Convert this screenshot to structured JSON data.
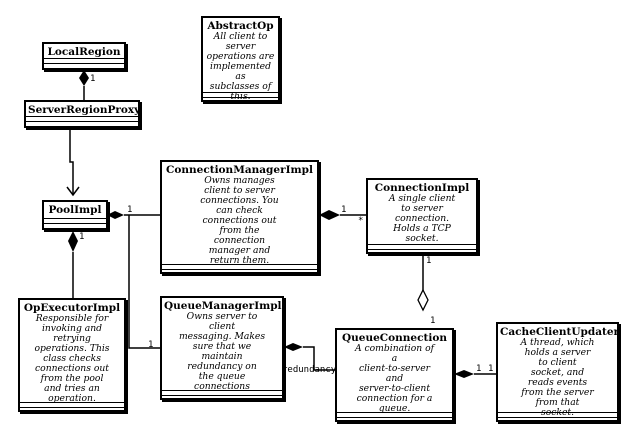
{
  "classes": {
    "localRegion": {
      "name": "LocalRegion"
    },
    "serverRegionProxy": {
      "name": "ServerRegionProxy"
    },
    "abstractOp": {
      "name": "AbstractOp",
      "note": "All client to\nserver\noperations are\nimplemented as\nsubclasses of\nthis."
    },
    "poolImpl": {
      "name": "PoolImpl"
    },
    "connectionManagerImpl": {
      "name": "ConnectionManagerImpl",
      "note": "Owns manages\nclient to server\nconnections. You\ncan check\nconnections out\nfrom the\nconnection\nmanager and\nreturn them."
    },
    "connectionImpl": {
      "name": "ConnectionImpl",
      "note": "A single client\nto server\nconnection.\nHolds a TCP\nsocket."
    },
    "opExecutorImpl": {
      "name": "OpExecutorImpl",
      "note": "Responsible for\ninvoking and\nretrying\noperations. This\nclass checks\nconnections out\nfrom the pool\nand tries an\noperation."
    },
    "queueManagerImpl": {
      "name": "QueueManagerImpl",
      "note": "Owns server to\nclient\nmessaging. Makes\nsure that we\nmaintain\nredundancy on\nthe queue\nconnections"
    },
    "queueConnection": {
      "name": "QueueConnection",
      "note": "A combination of\na\nclient-to-server\nand\nserver-to-client\nconnection for a\nqueue."
    },
    "cacheClientUpdater": {
      "name": "CacheClientUpdater",
      "note": "A thread, which\nholds a server\nto client\nsocket, and\nreads events\nfrom the server\nfrom that\nsocket."
    }
  },
  "multiplicities": {
    "localRegion_proxy": "1",
    "pool_connMgr": "1",
    "connMgr_conn_near": "1",
    "connMgr_conn_far": "*",
    "pool_opExec": "1",
    "pool_queueMgr": "1",
    "conn_queue_top": "1",
    "conn_queue_bottom": "1",
    "queue_updater_left": "1",
    "queue_updater_right": "1"
  },
  "edge_labels": {
    "redundancy": "redundancy"
  }
}
